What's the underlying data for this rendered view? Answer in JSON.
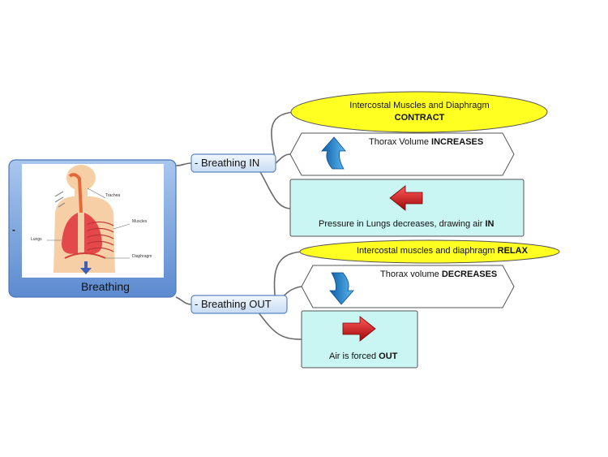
{
  "central": {
    "title": "Breathing",
    "collapse_symbol": "-",
    "illustration_labels": {
      "trachea": "Trachea",
      "ribs": "Muscles",
      "lungs": "Lungs",
      "diaphragm": "Diaphragm"
    }
  },
  "branches": [
    {
      "label": "Breathing IN",
      "collapse_symbol": "-",
      "topics": [
        {
          "text": "Intercostal Muscles and Diaphragm",
          "bold": "CONTRACT",
          "shape": "ellipse"
        },
        {
          "text": "Thorax Volume ",
          "bold": "INCREASES",
          "shape": "hexagon",
          "icon": "up-arrow-icon"
        },
        {
          "text": "Pressure in Lungs decreases, drawing air ",
          "bold": "IN",
          "shape": "rectangle",
          "icon": "left-arrow-icon"
        }
      ]
    },
    {
      "label": "Breathing OUT",
      "collapse_symbol": "-",
      "topics": [
        {
          "text": "Intercostal muscles and diaphragm ",
          "bold": "RELAX",
          "shape": "ellipse"
        },
        {
          "text": "Thorax volume ",
          "bold": "DECREASES",
          "shape": "hexagon",
          "icon": "down-arrow-icon"
        },
        {
          "text": "Air is forced ",
          "bold": "OUT",
          "shape": "rectangle",
          "icon": "right-arrow-icon"
        }
      ]
    }
  ],
  "colors": {
    "central_fill": "#6f9ad6",
    "branch_fill": "#dce9f8",
    "ellipse_fill": "#ffff22",
    "box_fill": "#c9f5f3",
    "connector": "#666666",
    "arrow_blue": "#1a7ec8",
    "arrow_red": "#cc1111"
  }
}
